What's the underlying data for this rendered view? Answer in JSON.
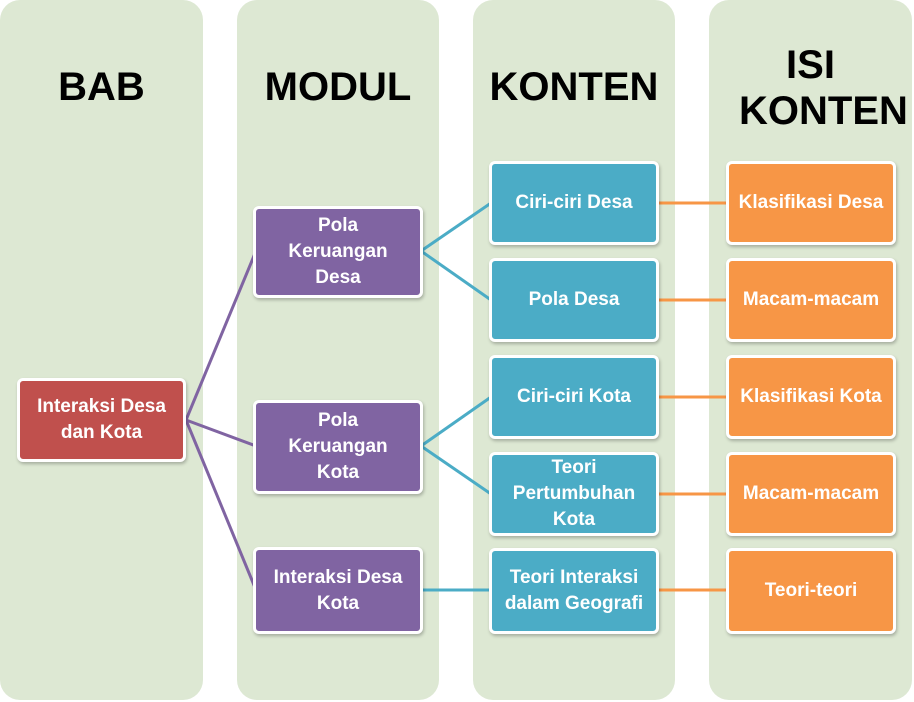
{
  "columns": {
    "bab": "BAB",
    "modul": "MODUL",
    "konten": "KONTEN",
    "isi_konten": "ISI KONTEN"
  },
  "bab": {
    "label": "Interaksi Desa dan Kota"
  },
  "modul": [
    {
      "label": "Pola Keruangan Desa"
    },
    {
      "label": "Pola Keruangan Kota"
    },
    {
      "label": "Interaksi Desa Kota"
    }
  ],
  "konten": [
    {
      "label": "Ciri-ciri Desa"
    },
    {
      "label": "Pola Desa"
    },
    {
      "label": "Ciri-ciri Kota"
    },
    {
      "label": "Teori Pertumbuhan Kota"
    },
    {
      "label": "Teori Interaksi dalam Geografi"
    }
  ],
  "isi_konten": [
    {
      "label": "Klasifikasi Desa"
    },
    {
      "label": "Macam-macam"
    },
    {
      "label": "Klasifikasi Kota"
    },
    {
      "label": "Macam-macam"
    },
    {
      "label": "Teori-teori"
    }
  ],
  "colors": {
    "column_bg": "#dde8d3",
    "bab": "#c0504d",
    "modul": "#8064a2",
    "konten": "#4bacc6",
    "isi_konten": "#f79646",
    "line_bab_modul": "#8064a2",
    "line_modul_konten": "#4bacc6",
    "line_konten_isi": "#f79646"
  }
}
